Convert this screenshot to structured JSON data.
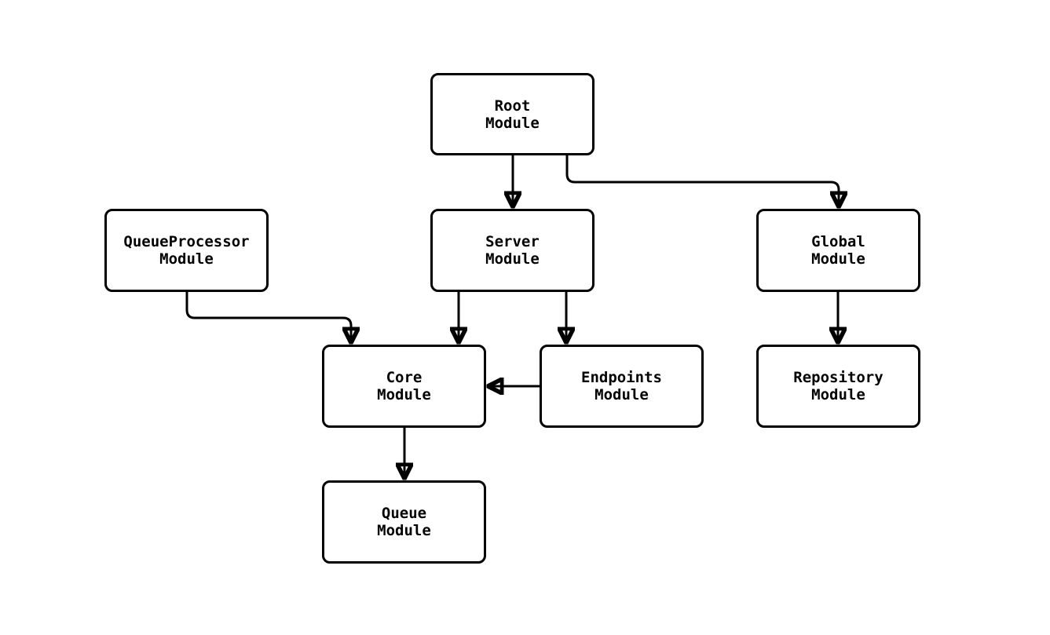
{
  "diagram": {
    "type": "flowchart",
    "nodes": {
      "root": {
        "line1": "Root",
        "line2": "Module"
      },
      "queueprocessor": {
        "line1": "QueueProcessor",
        "line2": "Module"
      },
      "server": {
        "line1": "Server",
        "line2": "Module"
      },
      "global": {
        "line1": "Global",
        "line2": "Module"
      },
      "core": {
        "line1": "Core",
        "line2": "Module"
      },
      "endpoints": {
        "line1": "Endpoints",
        "line2": "Module"
      },
      "repository": {
        "line1": "Repository",
        "line2": "Module"
      },
      "queue": {
        "line1": "Queue",
        "line2": "Module"
      }
    },
    "edges": [
      {
        "from": "Root Module",
        "to": "Server Module"
      },
      {
        "from": "Root Module",
        "to": "Global Module"
      },
      {
        "from": "QueueProcessor Module",
        "to": "Core Module"
      },
      {
        "from": "Server Module",
        "to": "Core Module"
      },
      {
        "from": "Server Module",
        "to": "Endpoints Module"
      },
      {
        "from": "Endpoints Module",
        "to": "Core Module"
      },
      {
        "from": "Global Module",
        "to": "Repository Module"
      },
      {
        "from": "Core Module",
        "to": "Queue Module"
      }
    ],
    "colors": {
      "stroke": "#000000",
      "node_fill": "#ffffff",
      "background": "#ffffff",
      "text": "#000000"
    }
  }
}
